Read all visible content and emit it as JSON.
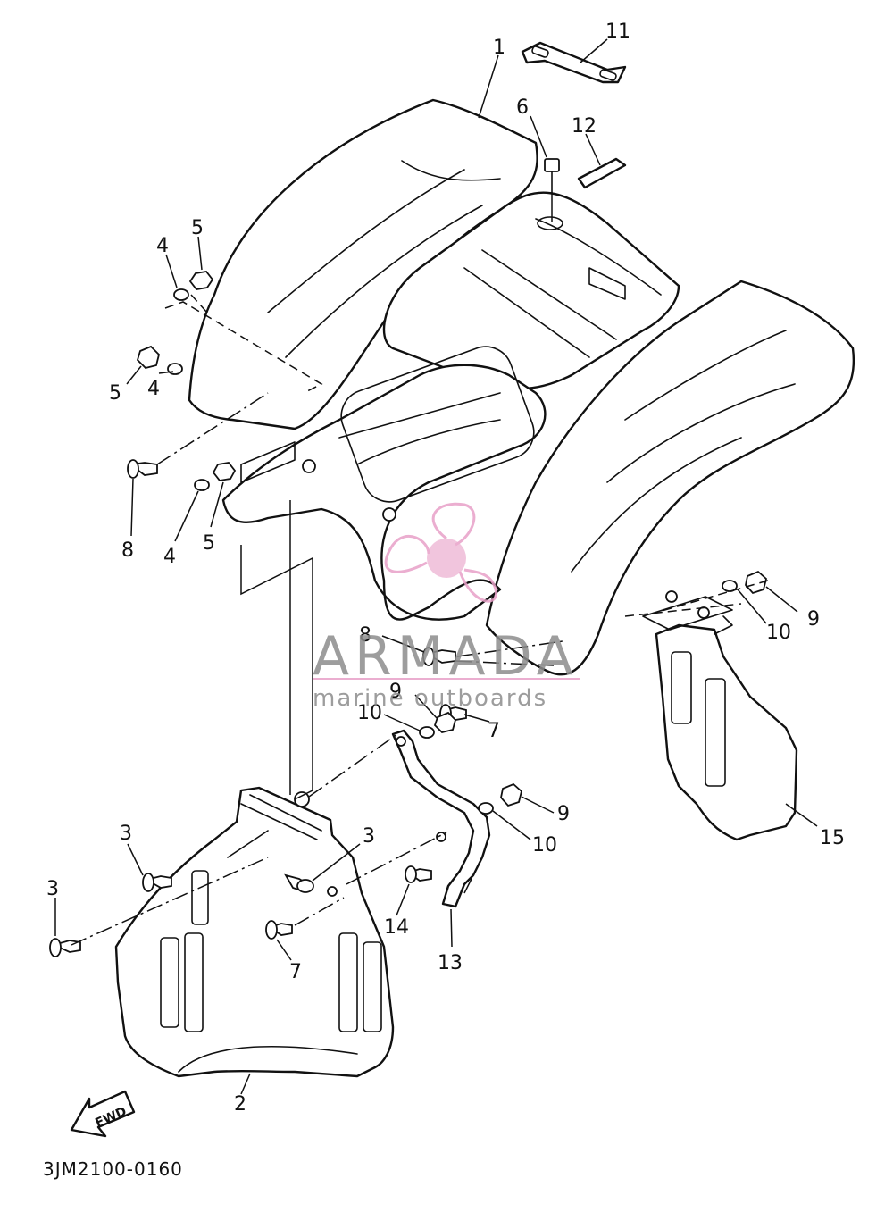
{
  "diagram": {
    "code": "3JM2100-0160",
    "fwd_label": "FWD",
    "callouts": [
      {
        "id": "c1",
        "text": "1"
      },
      {
        "id": "c11",
        "text": "11"
      },
      {
        "id": "c6",
        "text": "6"
      },
      {
        "id": "c12",
        "text": "12"
      },
      {
        "id": "c4a",
        "text": "4"
      },
      {
        "id": "c5a",
        "text": "5"
      },
      {
        "id": "c5b",
        "text": "5"
      },
      {
        "id": "c4b",
        "text": "4"
      },
      {
        "id": "c8a",
        "text": "8"
      },
      {
        "id": "c4c",
        "text": "4"
      },
      {
        "id": "c5c",
        "text": "5"
      },
      {
        "id": "c9a",
        "text": "9"
      },
      {
        "id": "c10a",
        "text": "10"
      },
      {
        "id": "c8b",
        "text": "8"
      },
      {
        "id": "c9b",
        "text": "9"
      },
      {
        "id": "c7a",
        "text": "7"
      },
      {
        "id": "c10b",
        "text": "10"
      },
      {
        "id": "c9c",
        "text": "9"
      },
      {
        "id": "c10c",
        "text": "10"
      },
      {
        "id": "c15",
        "text": "15"
      },
      {
        "id": "c3a",
        "text": "3"
      },
      {
        "id": "c3b",
        "text": "3"
      },
      {
        "id": "c3c",
        "text": "3"
      },
      {
        "id": "c14",
        "text": "14"
      },
      {
        "id": "c13",
        "text": "13"
      },
      {
        "id": "c7b",
        "text": "7"
      },
      {
        "id": "c2",
        "text": "2"
      }
    ]
  },
  "watermark": {
    "title": "ARMADA",
    "subtitle": "marine outboards",
    "colors": {
      "logo": "#e8a0c8",
      "text": "#8d8d8d"
    }
  }
}
